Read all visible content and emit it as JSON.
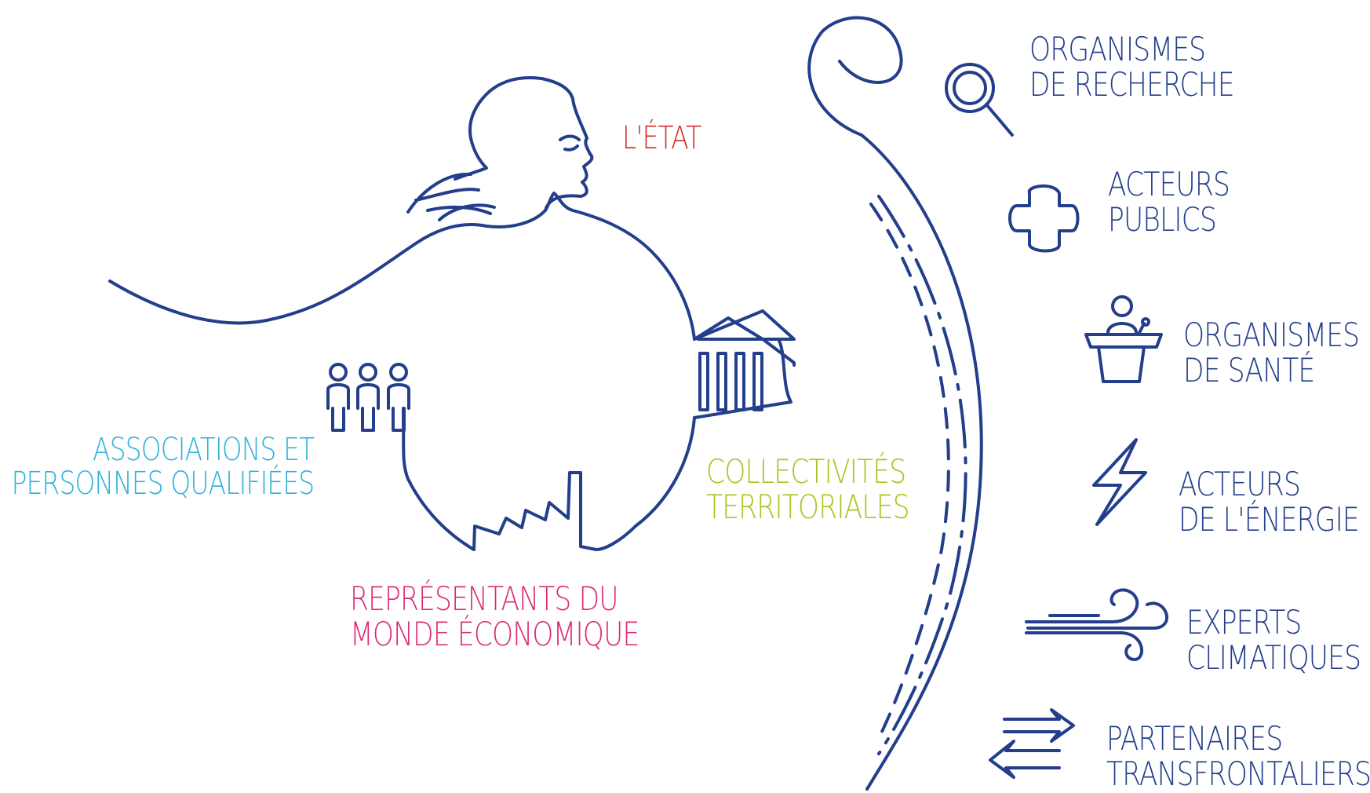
{
  "colors": {
    "navy": "#233e8b",
    "etat": "#d32a2a",
    "associations": "#2fb2d8",
    "collectivites": "#a8c521",
    "economique": "#dd2c74"
  },
  "left": {
    "etat": "L'ÉTAT",
    "associations": [
      "ASSOCIATIONS ET",
      "PERSONNES QUALIFIÉES"
    ],
    "collectivites": [
      "COLLECTIVITÉS",
      "TERRITORIALES"
    ],
    "economique": [
      "REPRÉSENTANTS DU",
      "MONDE ÉCONOMIQUE"
    ]
  },
  "right": [
    {
      "icon": "magnifier-icon",
      "lines": [
        "ORGANISMES",
        "DE RECHERCHE"
      ]
    },
    {
      "icon": "medical-cross-icon",
      "lines": [
        "ACTEURS",
        "PUBLICS"
      ]
    },
    {
      "icon": "speaker-podium-icon",
      "lines": [
        "ORGANISMES",
        "DE SANTÉ"
      ]
    },
    {
      "icon": "lightning-icon",
      "lines": [
        "ACTEURS",
        "DE L'ÉNERGIE"
      ]
    },
    {
      "icon": "wind-icon",
      "lines": [
        "EXPERTS",
        "CLIMATIQUES"
      ]
    },
    {
      "icon": "exchange-arrows-icon",
      "lines": [
        "PARTENAIRES",
        "TRANSFRONTALIERS"
      ]
    }
  ]
}
